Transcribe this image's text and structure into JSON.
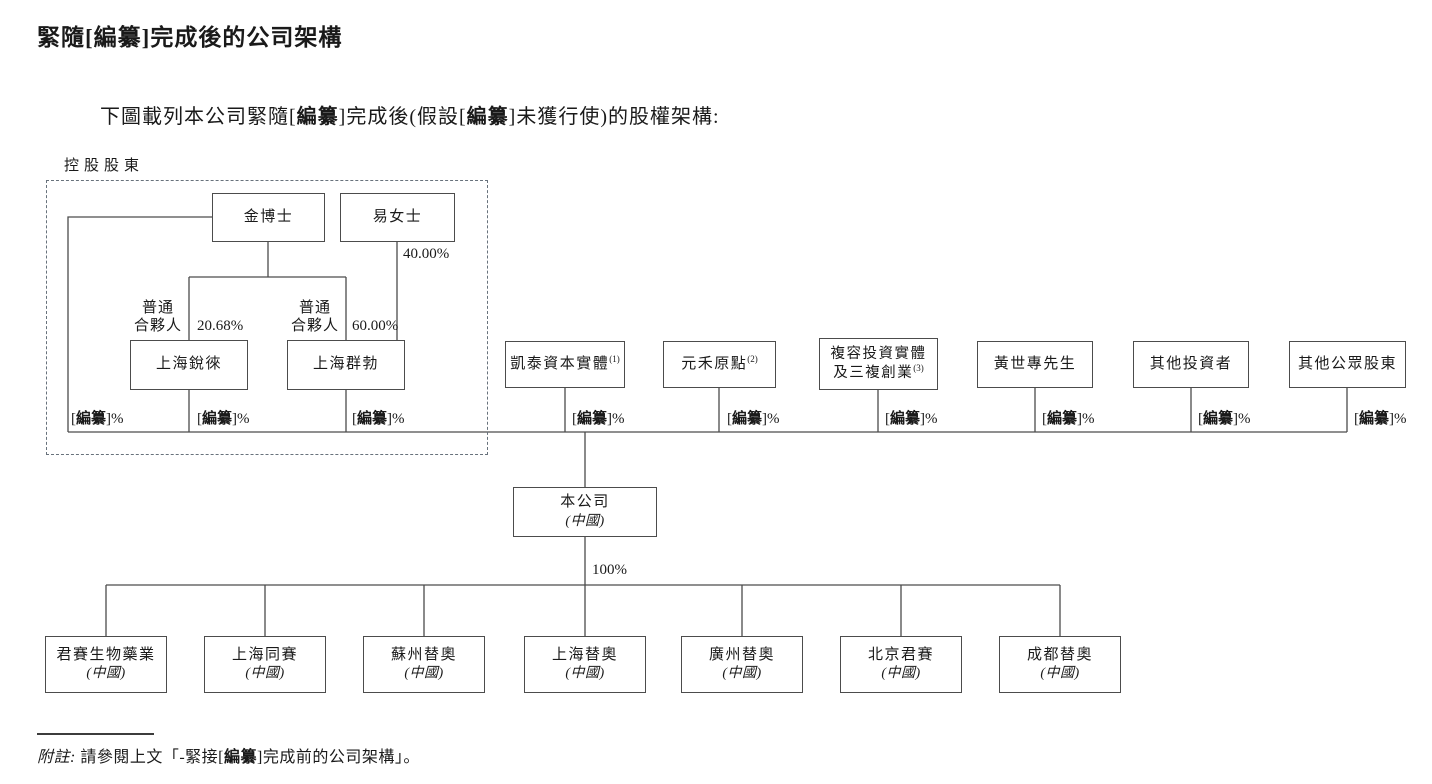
{
  "document": {
    "title": "緊隨[編纂]完成後的公司架構",
    "intro": {
      "p1": "下圖載列本公司緊隨[",
      "r1": "編纂",
      "p2": "]完成後(假設[",
      "r2": "編纂",
      "p3": "]未獲行使)的股權架構:"
    },
    "footnote": {
      "label": "附註:",
      "p1": " 請參閱上文「-緊接[",
      "r1": "編纂",
      "p2": "]完成前的公司架構」。"
    }
  },
  "diagram": {
    "controlling_group_label": "控股股東",
    "redacted_pct": {
      "open": "[",
      "name": "編纂",
      "close": "]%"
    },
    "nodes": {
      "dr_jin": "金博士",
      "ms_yi": "易女士",
      "shanghai_ruilai": "上海銳徠",
      "shanghai_qunbo": "上海群勃",
      "kaitai": {
        "name": "凱泰資本實體",
        "note": "(1)"
      },
      "yuanhe": {
        "name": "元禾原點",
        "note": "(2)"
      },
      "furong": {
        "line1": "複容投資實體",
        "line2": "及三複創業",
        "note": "(3)"
      },
      "mr_huang": "黃世專先生",
      "other_investors": "其他投資者",
      "other_public": "其他公眾股東",
      "company": {
        "name": "本公司",
        "region": "(中國)"
      }
    },
    "subsidiaries": [
      {
        "name": "君賽生物藥業",
        "region": "(中國)"
      },
      {
        "name": "上海同賽",
        "region": "(中國)"
      },
      {
        "name": "蘇州替奧",
        "region": "(中國)"
      },
      {
        "name": "上海替奧",
        "region": "(中國)"
      },
      {
        "name": "廣州替奧",
        "region": "(中國)"
      },
      {
        "name": "北京君賽",
        "region": "(中國)"
      },
      {
        "name": "成都替奧",
        "region": "(中國)"
      }
    ],
    "edge_labels": {
      "yi_to_qunbo_pct": "40.00%",
      "gp_line1": "普通",
      "gp_line2": "合夥人",
      "jin_ruilai_pct": "20.68%",
      "jin_qunbo_pct": "60.00%",
      "company_subs_pct": "100%"
    }
  }
}
